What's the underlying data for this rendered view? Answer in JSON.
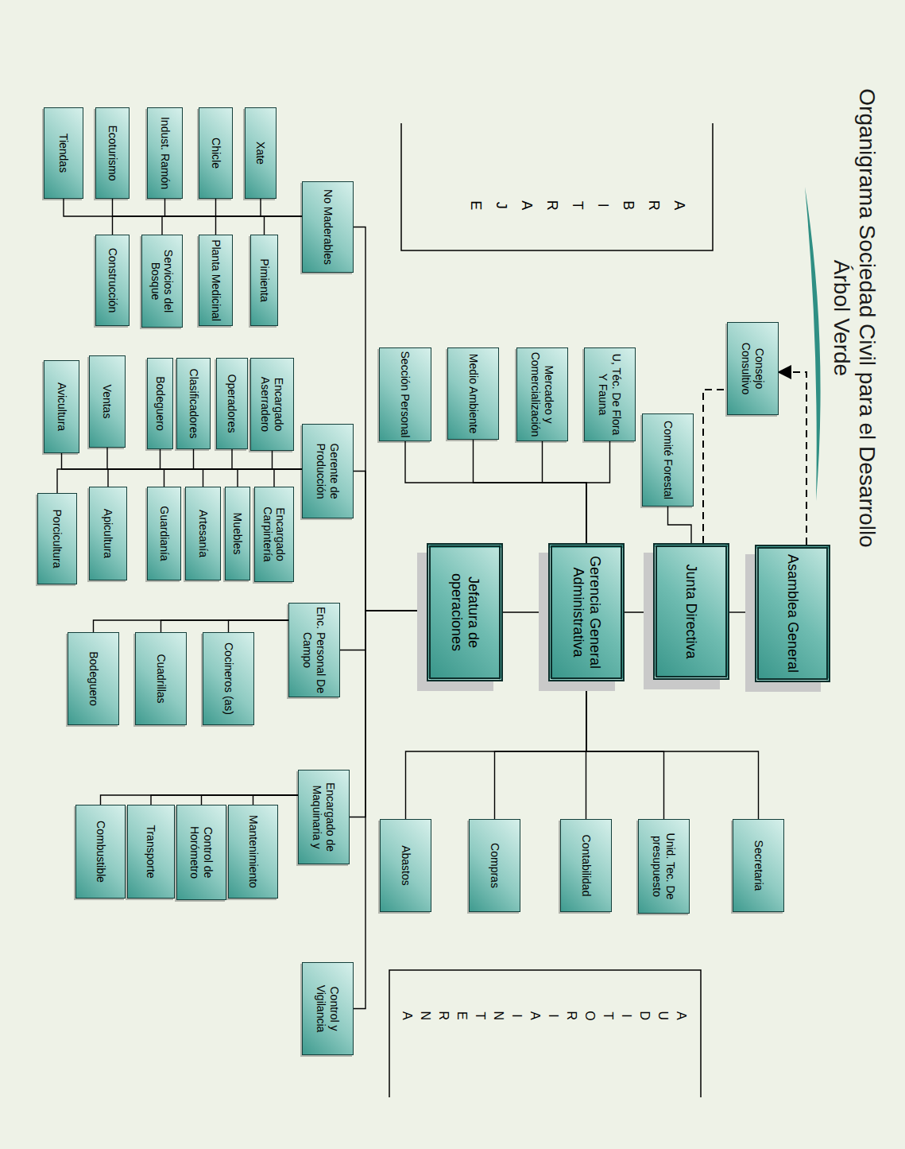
{
  "diagram": {
    "title": "Organigrama Sociedad Civil para el Desarrollo Árbol Verde",
    "nodes": [
      {
        "text": [
          "Asamblea General"
        ]
      },
      {
        "text": [
          "Junta Directiva"
        ]
      },
      {
        "text": [
          "Gerencia General Administrativa"
        ]
      },
      {
        "text": [
          "Jefatura de operaciones"
        ]
      },
      {
        "text": [
          "Consejo Consultivo"
        ]
      },
      {
        "text": [
          "Comité Forestal"
        ]
      },
      {
        "text": [
          "U, Téc. De Flora Y Fauna"
        ]
      },
      {
        "text": [
          "Mercadeo y Comercialización"
        ]
      },
      {
        "text": [
          "Medio Ambiente"
        ]
      },
      {
        "text": [
          "Sección Personal"
        ]
      },
      {
        "text": [
          "Secretaria"
        ]
      },
      {
        "text": [
          "Unid. Tec. De presupuesto"
        ]
      },
      {
        "text": [
          "Contabilidad"
        ]
      },
      {
        "text": [
          "Compras"
        ]
      },
      {
        "text": [
          "Abastos"
        ]
      },
      {
        "text": [
          "No Maderables"
        ]
      },
      {
        "text": [
          "Gerente de Producción"
        ]
      },
      {
        "text": [
          "Enc. Personal De Campo"
        ]
      },
      {
        "text": [
          "Encargado de Maquinaria y"
        ]
      },
      {
        "text": [
          "Control y Vigilancia"
        ]
      },
      {
        "text": [
          "Xate"
        ]
      },
      {
        "text": [
          "Chicle"
        ]
      },
      {
        "text": [
          "Indust. Ramón"
        ]
      },
      {
        "text": [
          "Ecoturismo"
        ]
      },
      {
        "text": [
          "Tiendas"
        ]
      },
      {
        "text": [
          "Pimienta"
        ]
      },
      {
        "text": [
          "Planta Medicinal"
        ]
      },
      {
        "text": [
          "Servicios del Bosque"
        ]
      },
      {
        "text": [
          "Construcción"
        ]
      },
      {
        "text": [
          "Encargado Aserradero"
        ]
      },
      {
        "text": [
          "Operadores"
        ]
      },
      {
        "text": [
          "Clasificadores"
        ]
      },
      {
        "text": [
          "Bodeguero"
        ]
      },
      {
        "text": [
          "Ventas"
        ]
      },
      {
        "text": [
          "Avicultura"
        ]
      },
      {
        "text": [
          "Encargado Carpintería"
        ]
      },
      {
        "text": [
          "Muebles"
        ]
      },
      {
        "text": [
          "Artesanía"
        ]
      },
      {
        "text": [
          "Guardianía"
        ]
      },
      {
        "text": [
          "Apicultura"
        ]
      },
      {
        "text": [
          "Porcicultura"
        ]
      },
      {
        "text": [
          "Cocineros (as)"
        ]
      },
      {
        "text": [
          "Cuadrillas"
        ]
      },
      {
        "text": [
          "Bodeguero"
        ]
      },
      {
        "text": [
          "Mantenimiento"
        ]
      },
      {
        "text": [
          "Control de Horómetro"
        ]
      },
      {
        "text": [
          "Transporte"
        ]
      },
      {
        "text": [
          "Combustible"
        ]
      }
    ],
    "edges": [
      {
        "from": 0,
        "to": 1,
        "arrow": "none"
      },
      {
        "from": 1,
        "to": 2,
        "arrow": "none"
      },
      {
        "from": 2,
        "to": 3,
        "arrow": "none"
      },
      {
        "from": 0,
        "to": 4,
        "arrow": "to"
      },
      {
        "from": 1,
        "to": 4,
        "arrow": "none"
      },
      {
        "from": 1,
        "to": 5,
        "arrow": "none"
      },
      {
        "from": 2,
        "to": 6,
        "arrow": "none"
      },
      {
        "from": 2,
        "to": 7,
        "arrow": "none"
      },
      {
        "from": 2,
        "to": 8,
        "arrow": "none"
      },
      {
        "from": 2,
        "to": 9,
        "arrow": "none"
      },
      {
        "from": 2,
        "to": 10,
        "arrow": "none"
      },
      {
        "from": 2,
        "to": 11,
        "arrow": "none"
      },
      {
        "from": 2,
        "to": 12,
        "arrow": "none"
      },
      {
        "from": 2,
        "to": 13,
        "arrow": "none"
      },
      {
        "from": 2,
        "to": 14,
        "arrow": "none"
      },
      {
        "from": 3,
        "to": 15,
        "arrow": "none"
      },
      {
        "from": 3,
        "to": 16,
        "arrow": "none"
      },
      {
        "from": 3,
        "to": 17,
        "arrow": "none"
      },
      {
        "from": 3,
        "to": 18,
        "arrow": "none"
      },
      {
        "from": 3,
        "to": 19,
        "arrow": "none"
      },
      {
        "from": 15,
        "to": 20,
        "arrow": "none"
      },
      {
        "from": 15,
        "to": 21,
        "arrow": "none"
      },
      {
        "from": 15,
        "to": 22,
        "arrow": "none"
      },
      {
        "from": 15,
        "to": 23,
        "arrow": "none"
      },
      {
        "from": 15,
        "to": 24,
        "arrow": "none"
      },
      {
        "from": 15,
        "to": 25,
        "arrow": "none"
      },
      {
        "from": 15,
        "to": 26,
        "arrow": "none"
      },
      {
        "from": 15,
        "to": 27,
        "arrow": "none"
      },
      {
        "from": 15,
        "to": 28,
        "arrow": "none"
      },
      {
        "from": 16,
        "to": 29,
        "arrow": "none"
      },
      {
        "from": 16,
        "to": 30,
        "arrow": "none"
      },
      {
        "from": 16,
        "to": 31,
        "arrow": "none"
      },
      {
        "from": 16,
        "to": 32,
        "arrow": "none"
      },
      {
        "from": 16,
        "to": 33,
        "arrow": "none"
      },
      {
        "from": 16,
        "to": 34,
        "arrow": "none"
      },
      {
        "from": 16,
        "to": 35,
        "arrow": "none"
      },
      {
        "from": 16,
        "to": 36,
        "arrow": "none"
      },
      {
        "from": 16,
        "to": 37,
        "arrow": "none"
      },
      {
        "from": 16,
        "to": 38,
        "arrow": "none"
      },
      {
        "from": 16,
        "to": 39,
        "arrow": "none"
      },
      {
        "from": 16,
        "to": 40,
        "arrow": "none"
      },
      {
        "from": 17,
        "to": 41,
        "arrow": "none"
      },
      {
        "from": 17,
        "to": 42,
        "arrow": "none"
      },
      {
        "from": 17,
        "to": 43,
        "arrow": "none"
      },
      {
        "from": 18,
        "to": 44,
        "arrow": "none"
      },
      {
        "from": 18,
        "to": 45,
        "arrow": "none"
      },
      {
        "from": 18,
        "to": 46,
        "arrow": "none"
      },
      {
        "from": 18,
        "to": 47,
        "arrow": "none"
      }
    ],
    "labels": [
      "ARBITRAJE",
      "AUDITORIA INTERNA"
    ]
  }
}
